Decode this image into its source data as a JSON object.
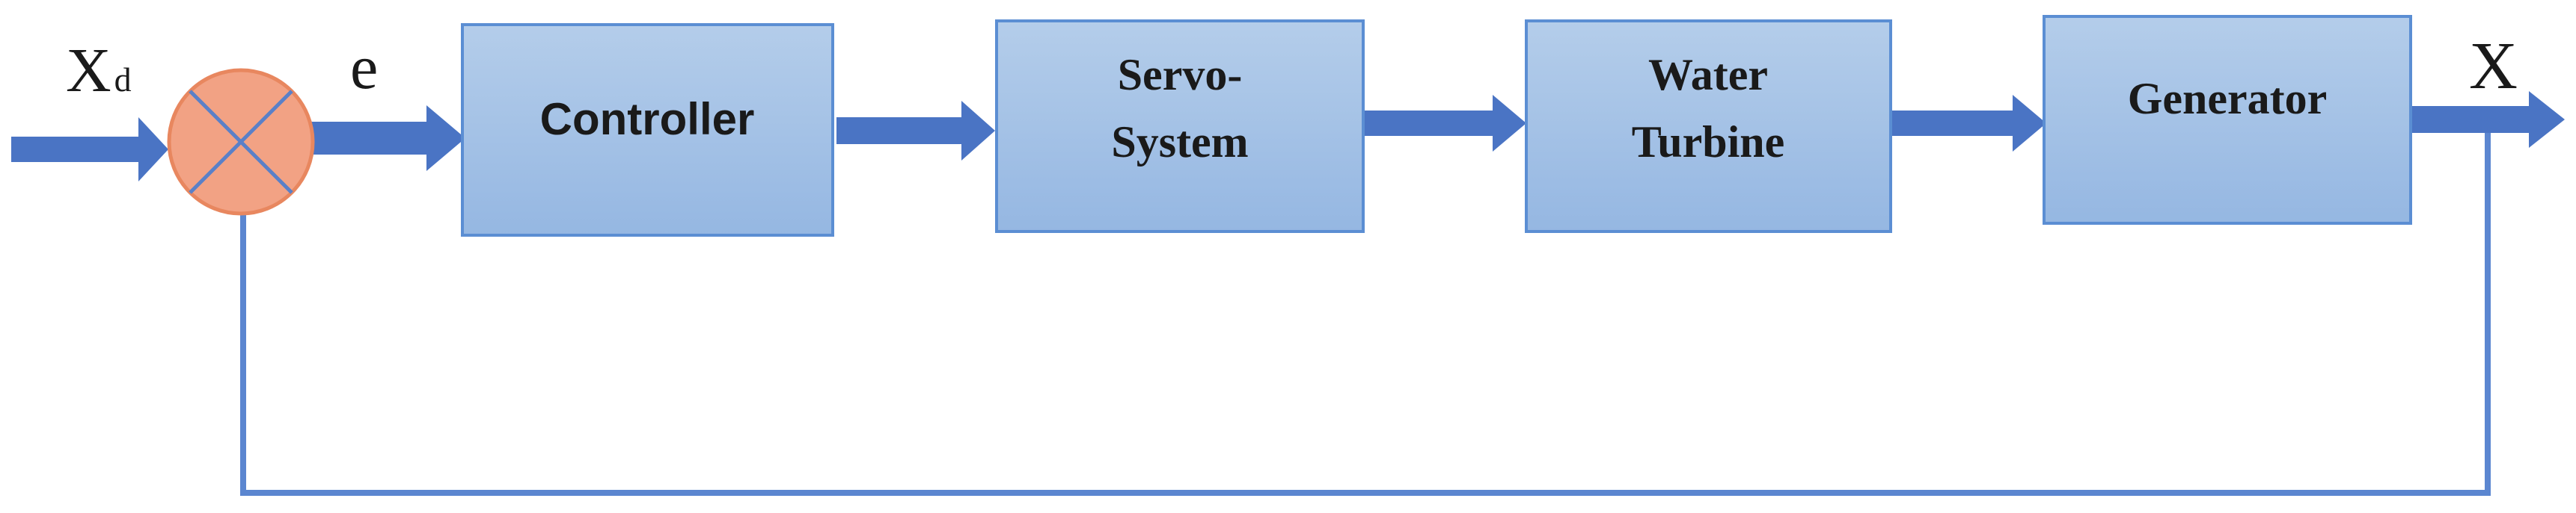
{
  "diagram": {
    "colors": {
      "block_fill_top": "#b4cdea",
      "block_fill_bottom": "#95b7e2",
      "block_stroke": "#5b8ed3",
      "arrow": "#4a74c4",
      "feedback_line": "#5b86d0",
      "summing_fill": "#f2a284",
      "summing_stroke": "#e8875f",
      "summing_cross": "#5a80c8"
    },
    "signals": {
      "input_main": "X",
      "input_sub": "d",
      "error": "e",
      "output": "X"
    },
    "blocks": {
      "controller": [
        "Controller"
      ],
      "servo": [
        "Servo-",
        "System"
      ],
      "turbine": [
        "Water",
        "Turbine"
      ],
      "generator": [
        "Generator"
      ]
    }
  }
}
